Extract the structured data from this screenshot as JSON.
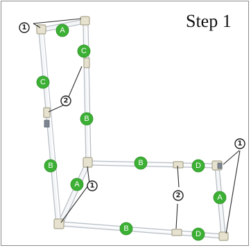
{
  "title": "Step 1",
  "part_labels": {
    "A": "A",
    "B": "B",
    "C": "C",
    "D": "D"
  },
  "callouts": {
    "one": "1",
    "two": "2"
  },
  "colors": {
    "badge_fill": "#3cb034",
    "tube": "#f4f6f8",
    "tube_edge": "#b9bfc6",
    "joint": "#e6e2cf",
    "frame_border": "#8a8a8a"
  },
  "badges": [
    {
      "label": "A"
    },
    {
      "label": "C"
    },
    {
      "label": "C"
    },
    {
      "label": "B"
    },
    {
      "label": "B"
    },
    {
      "label": "A"
    },
    {
      "label": "B"
    },
    {
      "label": "D"
    },
    {
      "label": "A"
    },
    {
      "label": "B"
    },
    {
      "label": "D"
    }
  ],
  "callout_list": [
    {
      "label": "1"
    },
    {
      "label": "2"
    },
    {
      "label": "1"
    },
    {
      "label": "2"
    },
    {
      "label": "1"
    }
  ]
}
